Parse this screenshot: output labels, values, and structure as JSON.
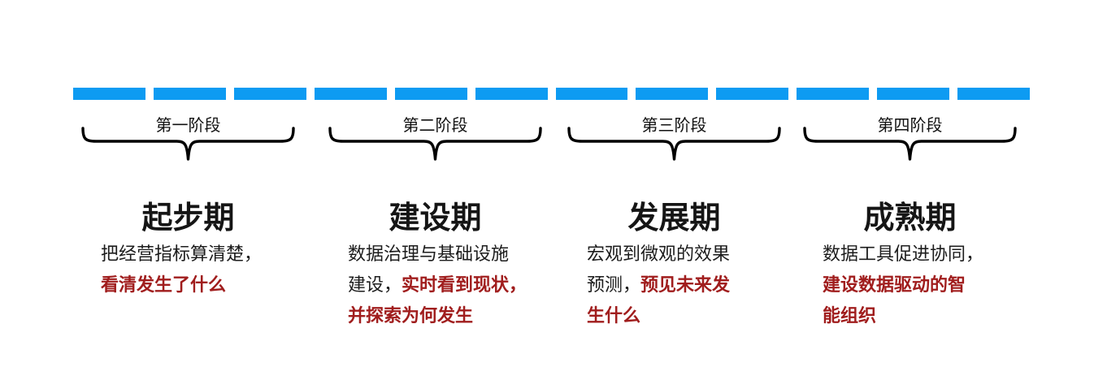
{
  "colors": {
    "bar_blue": "#0d9bf2",
    "emphasis_red": "#a01d1d",
    "body_black": "#1c1c1c",
    "brace_black": "#000000"
  },
  "timeline": {
    "dash_count": 12
  },
  "stages": [
    {
      "phase": "第一阶段",
      "title": "起步期",
      "desc_lines": [
        [
          {
            "t": "把经营指标算清楚，",
            "red": false
          }
        ],
        [
          {
            "t": "看清发生了什么",
            "red": true
          }
        ]
      ]
    },
    {
      "phase": "第二阶段",
      "title": "建设期",
      "desc_lines": [
        [
          {
            "t": "数据治理与基础设施",
            "red": false
          }
        ],
        [
          {
            "t": "建设，",
            "red": false
          },
          {
            "t": "实时看到现状，",
            "red": true
          }
        ],
        [
          {
            "t": "并探索为何发生",
            "red": true
          }
        ]
      ]
    },
    {
      "phase": "第三阶段",
      "title": "发展期",
      "desc_lines": [
        [
          {
            "t": "宏观到微观的效果",
            "red": false
          }
        ],
        [
          {
            "t": "预测，",
            "red": false
          },
          {
            "t": "预见未来发",
            "red": true
          }
        ],
        [
          {
            "t": "生什么",
            "red": true
          }
        ]
      ]
    },
    {
      "phase": "第四阶段",
      "title": "成熟期",
      "desc_lines": [
        [
          {
            "t": "数据工具促进协同，",
            "red": false
          }
        ],
        [
          {
            "t": "建设数据驱动的智",
            "red": true
          }
        ],
        [
          {
            "t": "能组织",
            "red": true
          }
        ]
      ]
    }
  ]
}
